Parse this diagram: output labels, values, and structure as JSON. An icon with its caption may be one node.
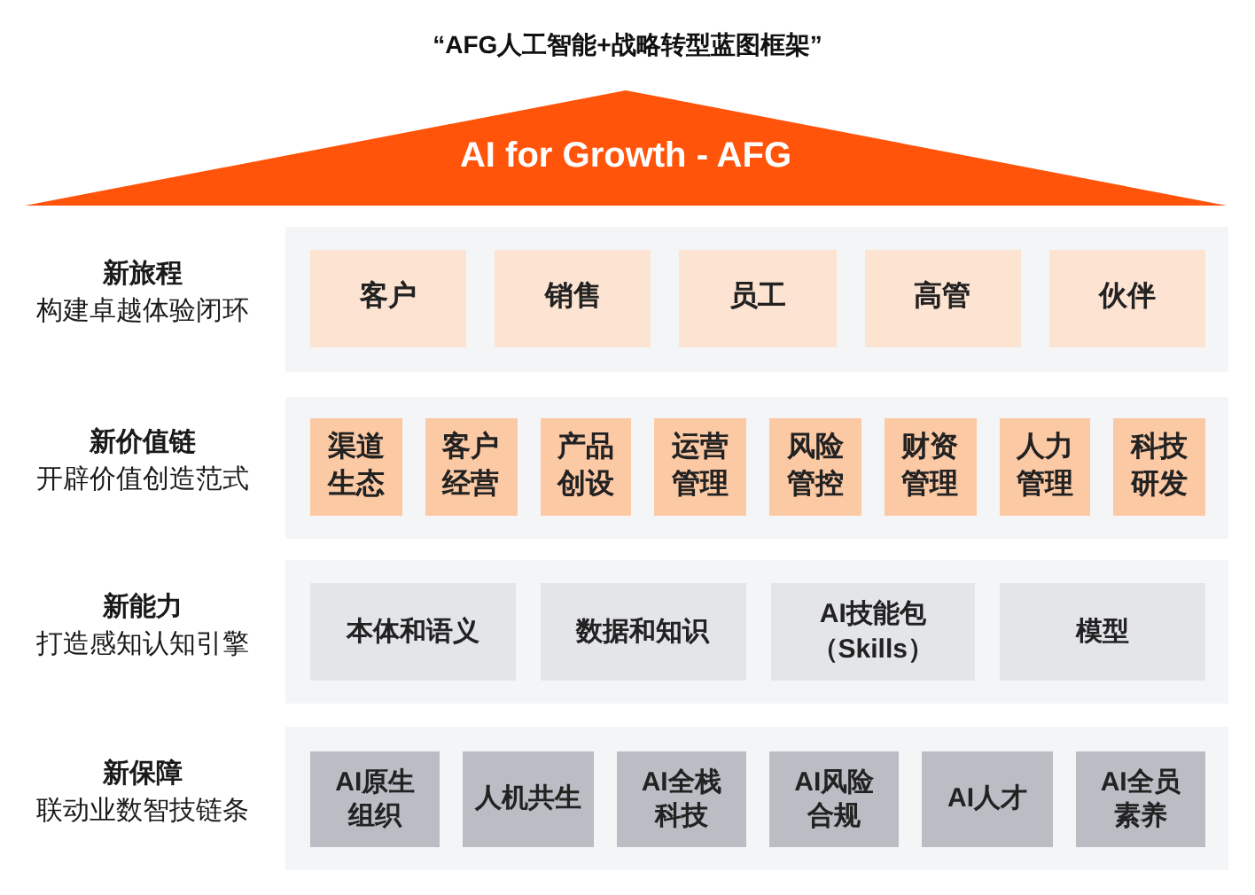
{
  "diagram": {
    "title": "“AFG人工智能+战略转型蓝图框架”",
    "nodes": [
      {
        "text": [
          "AI for Growth - AFG"
        ]
      },
      {
        "text": [
          "新旅程",
          "构建卓越体验闭环"
        ]
      },
      {
        "text": [
          "客户"
        ],
        "in": 1
      },
      {
        "text": [
          "销售"
        ],
        "in": 1
      },
      {
        "text": [
          "员工"
        ],
        "in": 1
      },
      {
        "text": [
          "高管"
        ],
        "in": 1
      },
      {
        "text": [
          "伙伴"
        ],
        "in": 1
      },
      {
        "text": [
          "新价值链",
          "开辟价值创造范式"
        ]
      },
      {
        "text": [
          "渠道生态"
        ],
        "in": 7
      },
      {
        "text": [
          "客户经营"
        ],
        "in": 7
      },
      {
        "text": [
          "产品创设"
        ],
        "in": 7
      },
      {
        "text": [
          "运营管理"
        ],
        "in": 7
      },
      {
        "text": [
          "风险管控"
        ],
        "in": 7
      },
      {
        "text": [
          "财资管理"
        ],
        "in": 7
      },
      {
        "text": [
          "人力管理"
        ],
        "in": 7
      },
      {
        "text": [
          "科技研发"
        ],
        "in": 7
      },
      {
        "text": [
          "新能力",
          "打造感知认知引擎"
        ]
      },
      {
        "text": [
          "本体和语义"
        ],
        "in": 16
      },
      {
        "text": [
          "数据和知识"
        ],
        "in": 16
      },
      {
        "text": [
          "AI技能包（Skills）"
        ],
        "in": 16
      },
      {
        "text": [
          "模型"
        ],
        "in": 16
      },
      {
        "text": [
          "新保障",
          "联动业数智技链条"
        ]
      },
      {
        "text": [
          "AI原生组织"
        ],
        "in": 21
      },
      {
        "text": [
          "人机共生"
        ],
        "in": 21
      },
      {
        "text": [
          "AI全栈科技"
        ],
        "in": 21
      },
      {
        "text": [
          "AI风险合规"
        ],
        "in": 21
      },
      {
        "text": [
          "AI人才"
        ],
        "in": 21
      },
      {
        "text": [
          "AI全员素养"
        ],
        "in": 21
      }
    ]
  }
}
